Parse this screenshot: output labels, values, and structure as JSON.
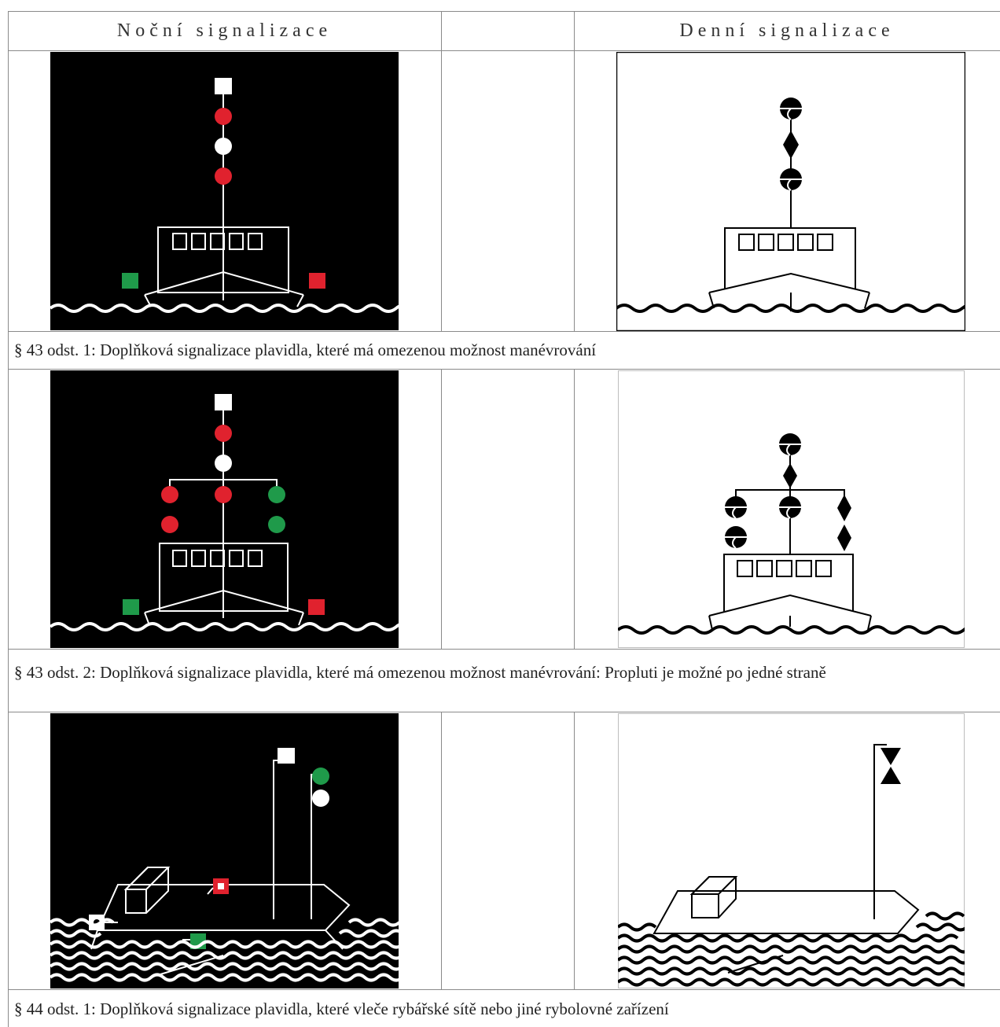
{
  "table": {
    "header_night": "Noční signalizace",
    "header_day": "Denní signalizace"
  },
  "rows": [
    {
      "caption": "§ 43 odst. 1: Doplňková signalizace plavidla, které má omezenou možnost manévrování"
    },
    {
      "caption": "§ 43 odst. 2: Doplňková signalizace plavidla, které má omezenou možnost manévrování: Propluti je možné po jedné straně"
    },
    {
      "caption": "§ 44 odst. 1: Doplňková signalizace plavidla, které vleče rybářské sítě nebo jiné rybolovné zařízení"
    }
  ],
  "colors": {
    "night_bg": "#000000",
    "light_red": "#e0222e",
    "light_green": "#1f9a4a",
    "light_white": "#ffffff",
    "grid": "#8a8a8a"
  }
}
